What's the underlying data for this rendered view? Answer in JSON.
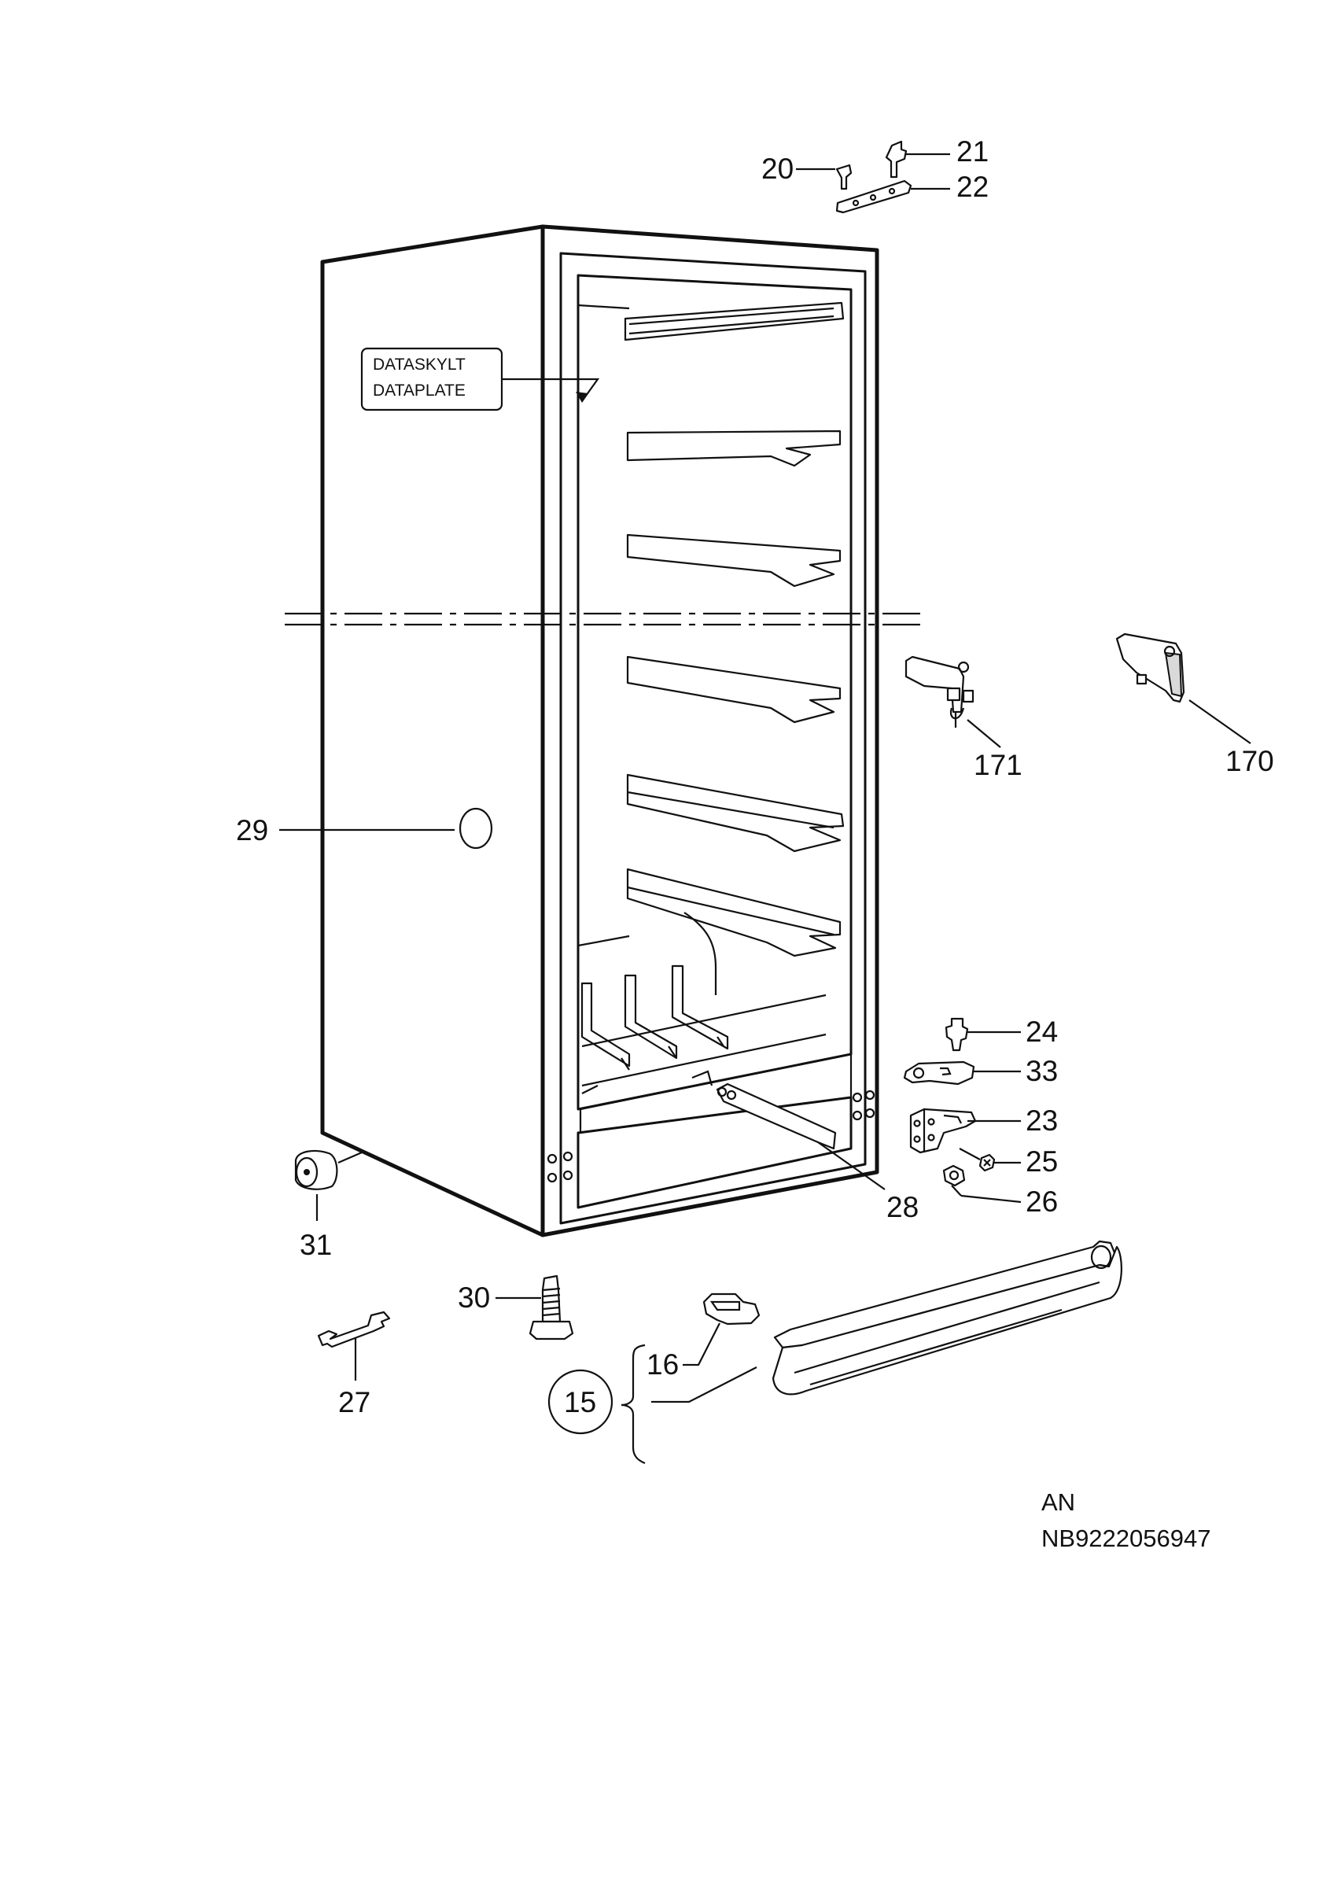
{
  "data_plate": {
    "line1": "DATASKYLT",
    "line2": "DATAPLATE"
  },
  "callouts": {
    "c20": "20",
    "c21": "21",
    "c22": "22",
    "c23": "23",
    "c24": "24",
    "c25": "25",
    "c26": "26",
    "c27": "27",
    "c28": "28",
    "c29": "29",
    "c30": "30",
    "c31": "31",
    "c33": "33",
    "c16": "16",
    "c15": "15",
    "c170": "170",
    "c171": "171"
  },
  "reference": {
    "line1": "AN",
    "line2": "NB9222056947"
  }
}
